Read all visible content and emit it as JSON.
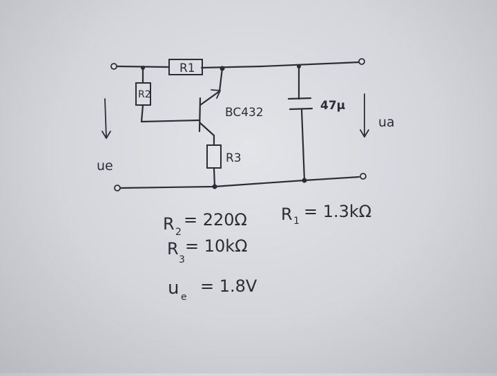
{
  "circuit": {
    "labels": {
      "r1": "R1",
      "r2": "R2",
      "r3": "R3",
      "transistor": "BC432",
      "capacitor": "47μ",
      "input_voltage": "ue",
      "output_voltage": "ua"
    }
  },
  "equations": {
    "r2": {
      "symbol": "R",
      "index": "2",
      "value": "= 220Ω"
    },
    "r1": {
      "symbol": "R",
      "index": "1",
      "value": "= 1.3kΩ"
    },
    "r3": {
      "symbol": "R",
      "index": "3",
      "value": "= 10kΩ"
    },
    "ue": {
      "symbol": "u",
      "index": "e",
      "value": "= 1.8V"
    }
  }
}
